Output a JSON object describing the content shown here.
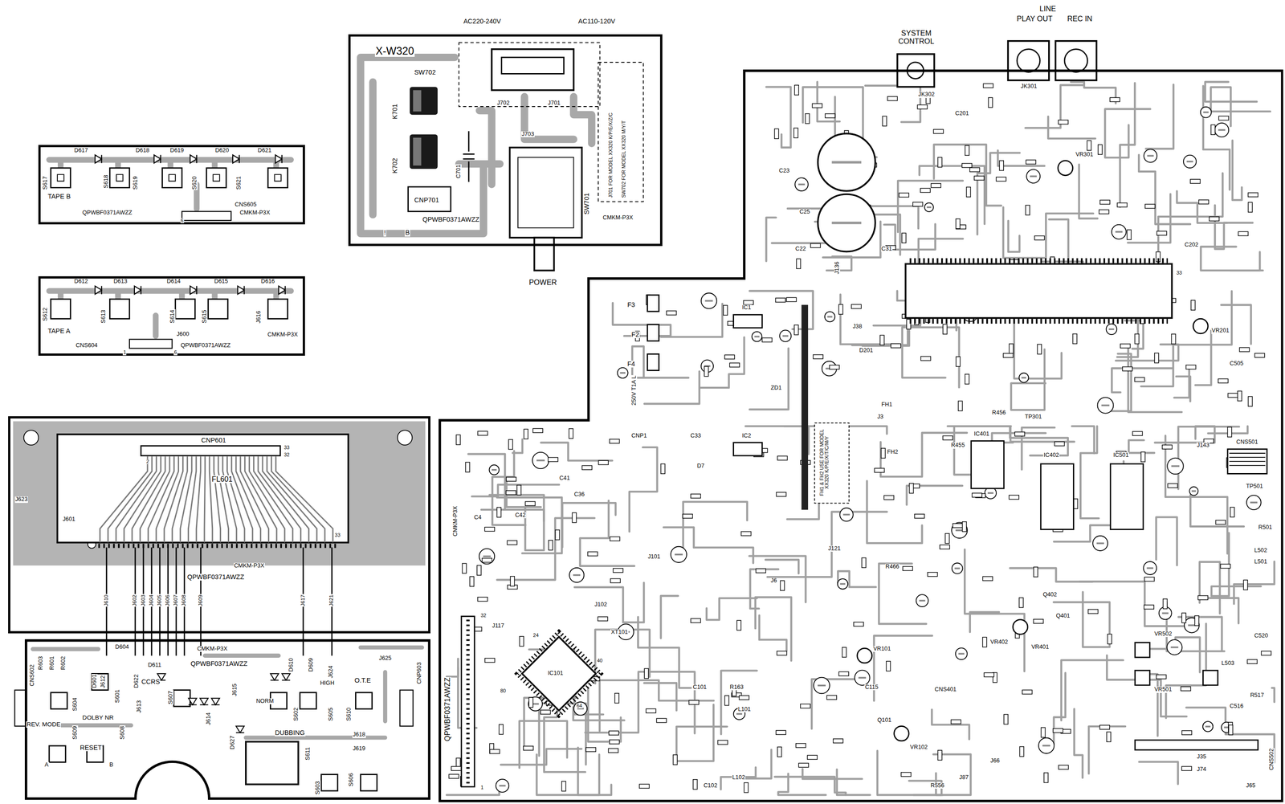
{
  "diagram": {
    "nodes": [
      {
        "text": [
          "X-W320"
        ]
      },
      {
        "text": [
          "TAPE B"
        ]
      },
      {
        "text": [
          "TAPE A"
        ]
      },
      {
        "text": [
          "FL601"
        ]
      },
      {
        "text": [
          "DUBBING"
        ]
      },
      {
        "text": [
          "QPWBF0371AWZZ"
        ]
      }
    ],
    "labels": [
      "AC220-240V",
      "AC110-120V",
      "SW702",
      "J701",
      "J702",
      "J703",
      "K701",
      "K702",
      "C701",
      "CNP701",
      "SW701",
      "J701 FOR MODEL XX320 K/P/E/X/Z/C",
      "SW702 FOR MODEL XX320 M/Y/T",
      "QPWBF0371AWZZ",
      "CMKM-P3X",
      "POWER",
      "!",
      "B",
      "D617",
      "D618",
      "D619",
      "D620",
      "D621",
      "S617",
      "S618",
      "S619",
      "S620",
      "S621",
      "CNS605",
      "QPWBF0371AWZZ",
      "CMKM-P3X",
      "6",
      "D612",
      "D613",
      "D614",
      "D615",
      "D616",
      "S612",
      "S613",
      "S614",
      "S615",
      "J616",
      "J600",
      "CNS604",
      "QPWBF0371AWZZ",
      "CMKM-P3X",
      "1",
      "6",
      "CNP601",
      "J623",
      "J601",
      "2",
      "33",
      "32",
      "33",
      "CMKM-P3X",
      "QPWBF0371AWZZ",
      "J610",
      "J602",
      "J603",
      "J604",
      "J605",
      "J606",
      "J607",
      "J608",
      "J609",
      "J617",
      "J621",
      "R603",
      "R601",
      "R602",
      "D604",
      "D601",
      "J612",
      "D622",
      "D611",
      "CCRS",
      "CMKM-P3X",
      "QPWBF0371AWZZ",
      "D610",
      "D609",
      "J624",
      "J625",
      "CNP603",
      "CNS602",
      "REV. MODE",
      "S604",
      "DOLBY NR",
      "S601",
      "S607",
      "NORM",
      "HIGH",
      "S602",
      "S605",
      "O.T.E",
      "S610",
      "RESET",
      "S609",
      "S608",
      "A",
      "B",
      "J615",
      "J614",
      "J618",
      "J619",
      "S611",
      "S603",
      "S606",
      "D627",
      "J613",
      "SYSTEM CONTROL",
      "LINE",
      "PLAY OUT",
      "REC IN",
      "JK302",
      "JK301",
      "C23",
      "C25",
      "C22",
      "C31",
      "J136",
      "F3",
      "F2",
      "F4",
      "250V T1A L",
      "IC1",
      "IC2",
      "ZD1",
      "C33",
      "C36",
      "C41",
      "C42",
      "C4",
      "CNP1",
      "XT101",
      "IC101",
      "J117",
      "J101",
      "J102",
      "32",
      "1",
      "24",
      "40",
      "80",
      "64",
      "CMKM-P3X",
      "L101",
      "L102",
      "VR101",
      "VR102",
      "CNS401",
      "FH1 & FH2 USE FOR MODEL XX320 K/P/E/X/T/C/M/Y",
      "IC401",
      "IC402",
      "IC501",
      "CNS501",
      "VR201",
      "VR301",
      "VR401",
      "VR402",
      "VR501",
      "VR502",
      "CNS502",
      "J143",
      "FH1",
      "FH2",
      "TP301",
      "TP501",
      "L501",
      "L502",
      "L503",
      "C520",
      "R517",
      "C516",
      "J65",
      "J66",
      "J74",
      "J35",
      "Q401",
      "Q402",
      "R456",
      "R455",
      "C201",
      "C202",
      "33",
      "D201",
      "J3",
      "J38",
      "D7",
      "J6",
      "R466",
      "J121",
      "C115",
      "C101",
      "C102",
      "R163",
      "J87",
      "R556",
      "R501",
      "C505",
      "Q101"
    ]
  }
}
